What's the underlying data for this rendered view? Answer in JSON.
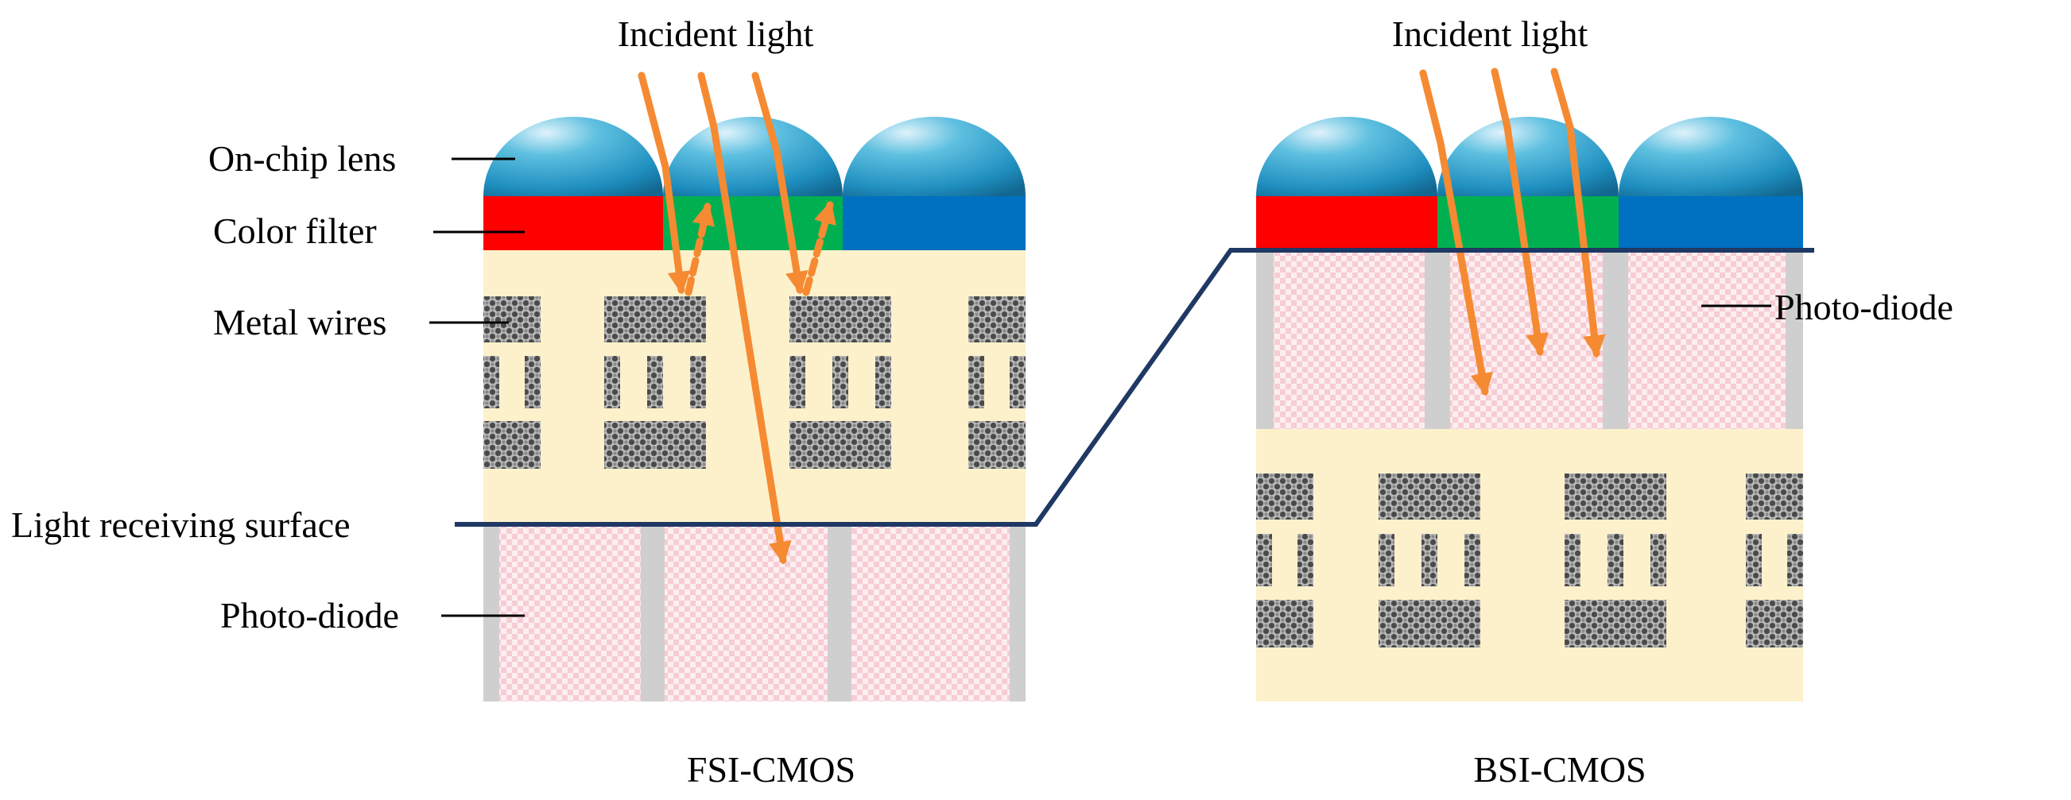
{
  "fsi": {
    "incident_label": "Incident light",
    "lens_label": "On-chip lens",
    "filter_label": "Color filter",
    "wires_label": "Metal wires",
    "surface_label": "Light receiving surface",
    "photodiode_label": "Photo-diode",
    "caption": "FSI-CMOS"
  },
  "bsi": {
    "incident_label": "Incident light",
    "photodiode_label": "Photo-diode",
    "caption": "BSI-CMOS"
  },
  "colors": {
    "filter_red": "#ff0000",
    "filter_green": "#00b050",
    "filter_blue": "#0070c0",
    "lens_blue": "#1f8fc0",
    "light_arrow": "#f58a32",
    "wiring_layer": "#fdf1cc",
    "photodiode": "#fce4e8",
    "separator": "#cfcfcf",
    "surface_line": "#1f3864"
  }
}
